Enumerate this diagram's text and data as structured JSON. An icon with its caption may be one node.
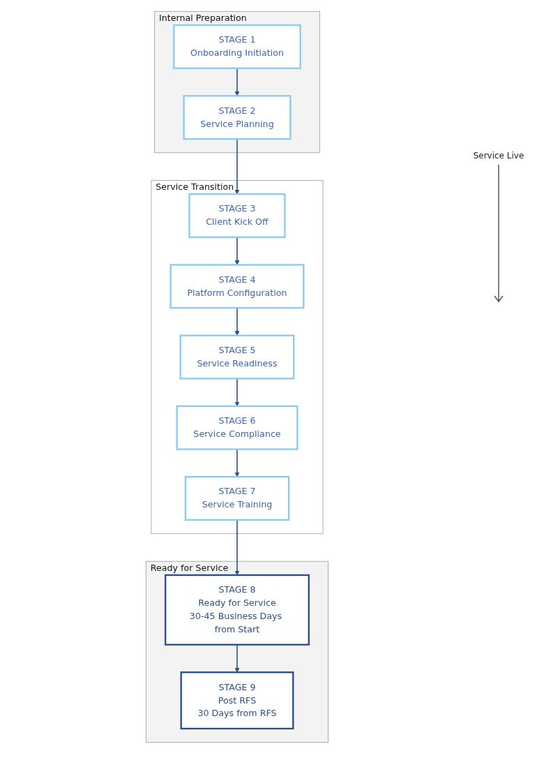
{
  "diagram": {
    "nodes": [
      {
        "text": [
          "Internal Preparation"
        ]
      },
      {
        "text": [
          "Service Transition"
        ]
      },
      {
        "text": [
          "Ready for Service"
        ]
      },
      {
        "text": [
          "STAGE 1",
          "Onboarding Initiation"
        ],
        "in": 0
      },
      {
        "text": [
          "STAGE 2",
          "Service Planning"
        ],
        "in": 0
      },
      {
        "text": [
          "STAGE 3",
          "Client Kick Off"
        ],
        "in": 1
      },
      {
        "text": [
          "STAGE 4",
          "Platform Configuration"
        ],
        "in": 1
      },
      {
        "text": [
          "STAGE 5",
          "Service Readiness"
        ],
        "in": 1
      },
      {
        "text": [
          "STAGE 6",
          "Service Compliance"
        ],
        "in": 1
      },
      {
        "text": [
          "STAGE 7",
          "Service Training"
        ],
        "in": 1
      },
      {
        "text": [
          "STAGE 8",
          "Ready for Service",
          "30-45 Business Days from Start"
        ],
        "in": 2
      },
      {
        "text": [
          "STAGE 9",
          "Post RFS",
          "30 Days from RFS"
        ],
        "in": 2
      }
    ],
    "edges": [
      {
        "from": 3,
        "to": 4,
        "arrow": "to"
      },
      {
        "from": 4,
        "to": 5,
        "arrow": "to"
      },
      {
        "from": 5,
        "to": 6,
        "arrow": "to"
      },
      {
        "from": 6,
        "to": 7,
        "arrow": "to"
      },
      {
        "from": 7,
        "to": 8,
        "arrow": "to"
      },
      {
        "from": 8,
        "to": 9,
        "arrow": "to"
      },
      {
        "from": 9,
        "to": 10,
        "arrow": "to"
      },
      {
        "from": 10,
        "to": 11,
        "arrow": "to"
      }
    ],
    "labels": [
      "Service Live"
    ]
  }
}
